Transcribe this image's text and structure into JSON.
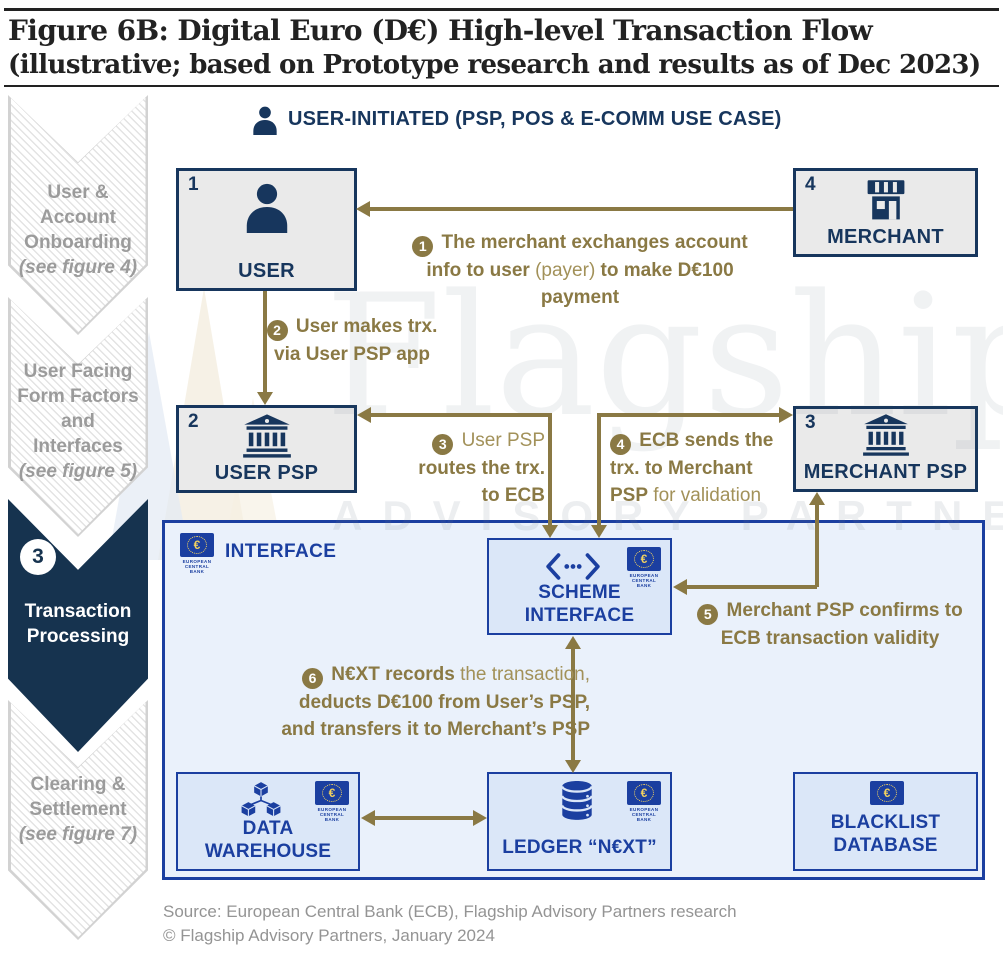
{
  "colors": {
    "navy": "#17365d",
    "gold": "#8a7944",
    "gold_light": "#a29159",
    "royal": "#1b3fa0",
    "zone_fill": "#eaf1fb",
    "cell_fill": "#dbe7f8",
    "box_fill": "#eaeaea",
    "stage_gray": "#9b9b9b",
    "dark_stage": "#16334f",
    "source_gray": "#949494",
    "title_ink": "#222222",
    "star_gold": "#f0d060"
  },
  "title": {
    "line1": "Figure 6B: Digital Euro (D€) High-level Transaction Flow",
    "line2": "(illustrative; based on Prototype research and results as of Dec 2023)"
  },
  "watermark": {
    "word": "Flagship",
    "tagline": "ADVISORY PARTNERS"
  },
  "sidebar": {
    "stages": [
      {
        "label": "User & Account Onboarding",
        "note": "(see figure 4)"
      },
      {
        "label": "User Facing Form Factors and Interfaces",
        "note": "(see figure 5)"
      },
      {
        "label": "Transaction Processing",
        "badge": "3"
      },
      {
        "label": "Clearing & Settlement",
        "note": "(see figure 7)"
      }
    ]
  },
  "flow_header": {
    "label": "USER-INITIATED (PSP, POS & E-COMM USE CASE)"
  },
  "ecb_logo": {
    "symbol": "€",
    "text": "EUROPEAN CENTRAL BANK"
  },
  "nodes": {
    "user": {
      "number": "1",
      "label": "USER"
    },
    "merchant": {
      "number": "4",
      "label": "MERCHANT"
    },
    "user_psp": {
      "number": "2",
      "label": "USER PSP"
    },
    "merchant_psp": {
      "number": "3",
      "label": "MERCHANT PSP"
    },
    "interface_zone": {
      "label": "INTERFACE"
    },
    "scheme_interface": {
      "label_line1": "SCHEME",
      "label_line2": "INTERFACE"
    },
    "data_warehouse": {
      "label_line1": "DATA",
      "label_line2": "WAREHOUSE"
    },
    "ledger": {
      "label": "LEDGER “N€XT”"
    },
    "blacklist": {
      "label_line1": "BLACKLIST",
      "label_line2": "DATABASE"
    }
  },
  "steps": [
    {
      "lines": [
        [
          {
            "c": "1"
          },
          {
            "t": " The merchant exchanges account",
            "b": 1
          }
        ],
        [
          {
            "t": "info to user ",
            "b": 1
          },
          {
            "t": "(payer)",
            "b": 0
          },
          {
            "t": " to make D€100",
            "b": 1
          }
        ],
        [
          {
            "t": "payment",
            "b": 1
          }
        ]
      ]
    },
    {
      "lines": [
        [
          {
            "c": "2"
          },
          {
            "t": " User makes trx.",
            "b": 1
          }
        ],
        [
          {
            "t": "via User PSP app",
            "b": 1
          }
        ]
      ]
    },
    {
      "lines": [
        [
          {
            "c": "3"
          },
          {
            "t": " User PSP",
            "b": 0
          }
        ],
        [
          {
            "t": "routes the trx.",
            "b": 1
          }
        ],
        [
          {
            "t": "to ECB",
            "b": 1
          }
        ]
      ]
    },
    {
      "lines": [
        [
          {
            "c": "4"
          },
          {
            "t": " ECB sends the",
            "b": 1
          }
        ],
        [
          {
            "t": "trx. to Merchant",
            "b": 1
          }
        ],
        [
          {
            "t": "PSP",
            "b": 1
          },
          {
            "t": " for validation",
            "b": 0
          }
        ]
      ]
    },
    {
      "lines": [
        [
          {
            "c": "5"
          },
          {
            "t": " Merchant PSP confirms to",
            "b": 1
          }
        ],
        [
          {
            "t": "ECB transaction validity",
            "b": 1
          }
        ]
      ]
    },
    {
      "lines": [
        [
          {
            "c": "6"
          },
          {
            "t": " N€XT records",
            "b": 1
          },
          {
            "t": " the transaction,",
            "b": 0
          }
        ],
        [
          {
            "t": "deducts D€100 from User’s PSP,",
            "b": 1
          }
        ],
        [
          {
            "t": "and transfers it to Merchant’s PSP",
            "b": 1
          }
        ]
      ]
    }
  ],
  "footer": {
    "line1": "Source: European Central Bank (ECB), Flagship Advisory Partners research",
    "line2": "© Flagship Advisory Partners, January 2024"
  }
}
